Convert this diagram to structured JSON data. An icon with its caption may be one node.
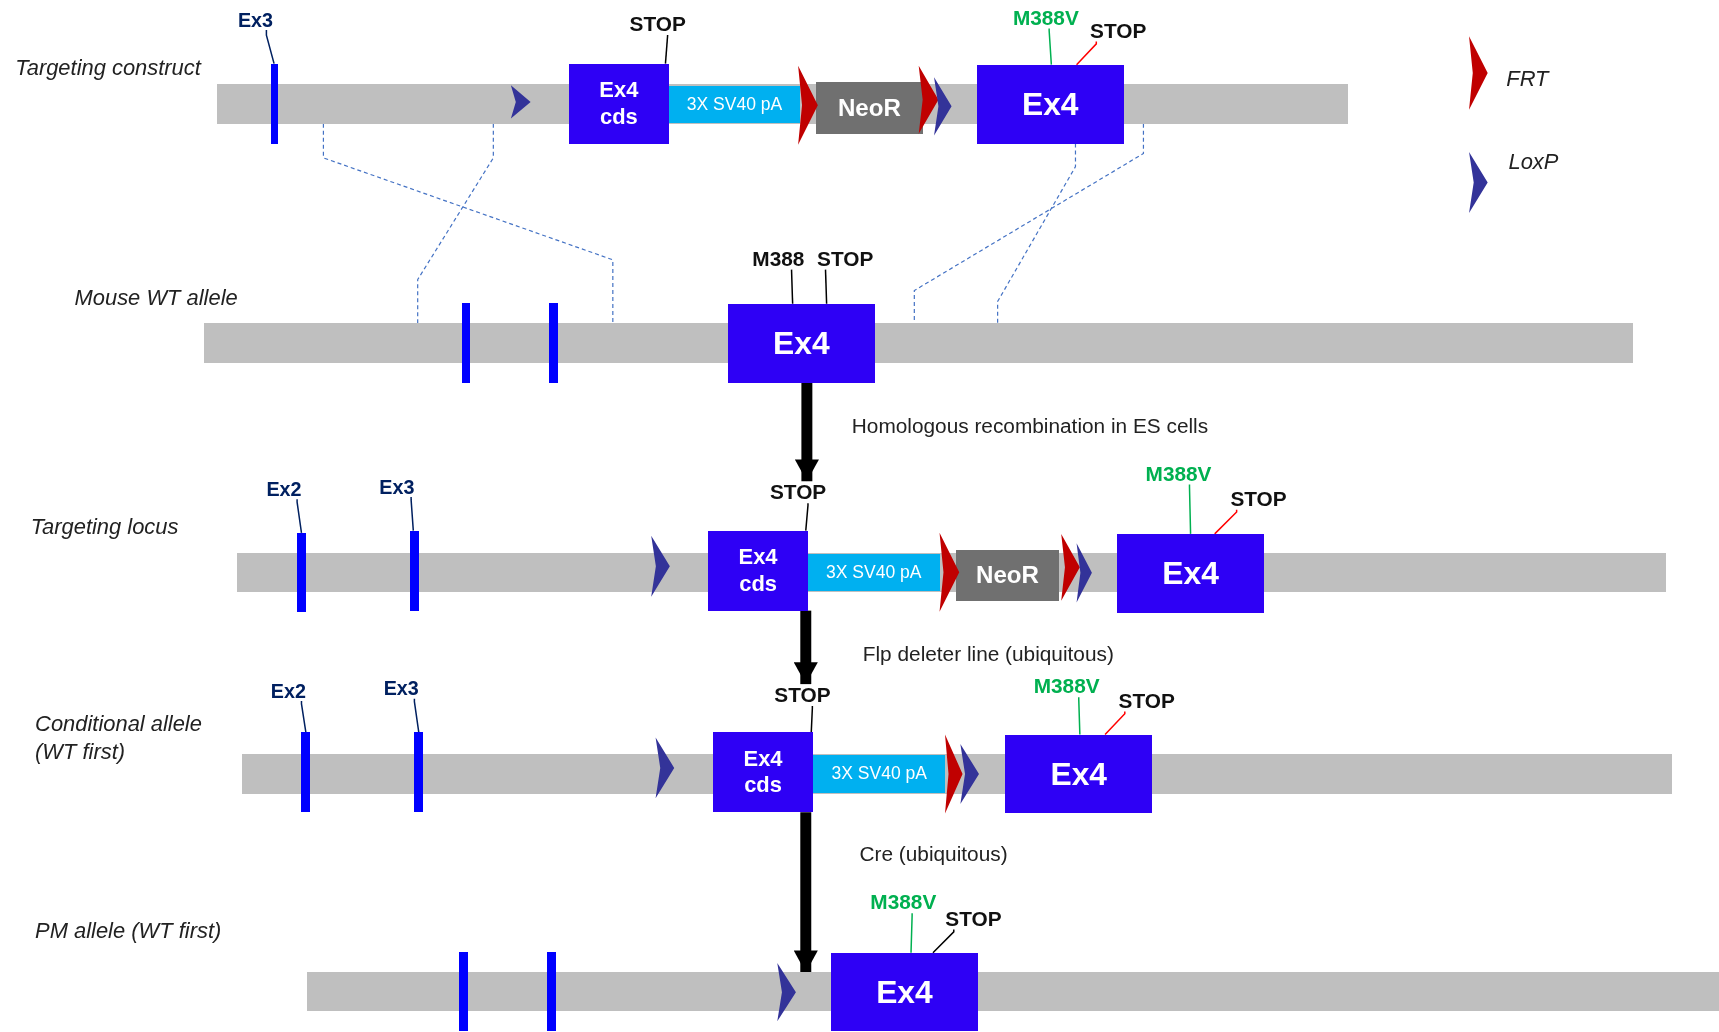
{
  "diagram": {
    "nodes": [
      {
        "text": [],
        "shape": "bar"
      },
      {
        "text": [
          "Ex3"
        ]
      },
      {
        "text": [],
        "shape": "bar"
      },
      {
        "text": [
          "STOP"
        ]
      },
      {
        "text": [
          "M388V"
        ]
      },
      {
        "text": [
          "STOP"
        ]
      },
      {
        "text": [
          "Ex4 cds"
        ]
      },
      {
        "text": [
          "3X SV40 pA"
        ],
        "in": 0
      },
      {
        "text": [
          "NeoR"
        ]
      },
      {
        "text": [
          "Ex4"
        ]
      },
      {
        "text": [],
        "shape": "bar"
      },
      {
        "text": [
          "M388"
        ]
      },
      {
        "text": [
          "STOP"
        ]
      },
      {
        "text": [],
        "shape": "bar"
      },
      {
        "text": [],
        "shape": "bar"
      },
      {
        "text": [
          "Ex4"
        ]
      },
      {
        "text": [],
        "shape": "bar"
      },
      {
        "text": [
          "Ex2"
        ]
      },
      {
        "text": [
          "Ex3"
        ]
      },
      {
        "text": [
          "STOP"
        ]
      },
      {
        "text": [
          "M388V"
        ]
      },
      {
        "text": [
          "STOP"
        ]
      },
      {
        "text": [],
        "shape": "bar"
      },
      {
        "text": [],
        "shape": "bar"
      },
      {
        "text": [
          "Ex4 cds"
        ]
      },
      {
        "text": [
          "3X SV40 pA"
        ],
        "in": 16
      },
      {
        "text": [
          "NeoR"
        ]
      },
      {
        "text": [
          "Ex4"
        ]
      },
      {
        "text": [],
        "shape": "bar"
      },
      {
        "text": [
          "Ex2"
        ]
      },
      {
        "text": [
          "Ex3"
        ]
      },
      {
        "text": [
          "STOP"
        ]
      },
      {
        "text": [
          "M388V"
        ]
      },
      {
        "text": [
          "STOP"
        ]
      },
      {
        "text": [],
        "shape": "bar"
      },
      {
        "text": [],
        "shape": "bar"
      },
      {
        "text": [
          "Ex4 cds"
        ]
      },
      {
        "text": [
          "3X SV40 pA"
        ],
        "in": 28
      },
      {
        "text": [
          "Ex4"
        ]
      },
      {
        "text": [],
        "shape": "bar"
      },
      {
        "text": [
          "M388V"
        ]
      },
      {
        "text": [
          "STOP"
        ]
      },
      {
        "text": [],
        "shape": "bar"
      },
      {
        "text": [],
        "shape": "bar"
      },
      {
        "text": [
          "Ex4"
        ]
      }
    ],
    "edges": [
      {
        "from": 1,
        "to": 2,
        "arrow": "none",
        "color": "#002060"
      },
      {
        "from": 3,
        "to": 6,
        "arrow": "none"
      },
      {
        "from": 4,
        "to": 9,
        "arrow": "none",
        "color": "#00b050"
      },
      {
        "from": 5,
        "to": 9,
        "arrow": "none",
        "color": "#ff0000"
      },
      {
        "from": 11,
        "to": 15,
        "arrow": "none"
      },
      {
        "from": 12,
        "to": 15,
        "arrow": "none"
      },
      {
        "from": 17,
        "to": 22,
        "arrow": "none",
        "color": "#002060"
      },
      {
        "from": 18,
        "to": 23,
        "arrow": "none",
        "color": "#002060"
      },
      {
        "from": 19,
        "to": 24,
        "arrow": "none"
      },
      {
        "from": 20,
        "to": 27,
        "arrow": "none",
        "color": "#00b050"
      },
      {
        "from": 21,
        "to": 27,
        "arrow": "none",
        "color": "#ff0000"
      },
      {
        "from": 29,
        "to": 34,
        "arrow": "none",
        "color": "#002060"
      },
      {
        "from": 30,
        "to": 35,
        "arrow": "none",
        "color": "#002060"
      },
      {
        "from": 31,
        "to": 36,
        "arrow": "none"
      },
      {
        "from": 32,
        "to": 38,
        "arrow": "none",
        "color": "#00b050"
      },
      {
        "from": 33,
        "to": 38,
        "arrow": "none",
        "color": "#ff0000"
      },
      {
        "from": 40,
        "to": 44,
        "arrow": "none",
        "color": "#00b050"
      },
      {
        "from": 41,
        "to": 44,
        "arrow": "none"
      },
      {
        "from": 0,
        "to": 10,
        "arrow": "none",
        "style": "dashed",
        "color": "#4472c4"
      },
      {
        "from": 0,
        "to": 10,
        "arrow": "none",
        "style": "dashed",
        "color": "#4472c4"
      },
      {
        "from": 9,
        "to": 10,
        "arrow": "none",
        "style": "dashed",
        "color": "#4472c4"
      },
      {
        "from": 0,
        "to": 10,
        "arrow": "none",
        "style": "dashed",
        "color": "#4472c4"
      },
      {
        "from": 15,
        "to": 19,
        "arrow": "to",
        "style": "thick",
        "label": "Homologous recombination in ES cells"
      },
      {
        "from": 24,
        "to": 31,
        "arrow": "to",
        "style": "thick",
        "label": "Flp deleter line (ubiquitous)"
      },
      {
        "from": 36,
        "to": 39,
        "arrow": "to",
        "style": "thick",
        "label": "Cre (ubiquitous)"
      }
    ],
    "labels": [
      "Targeting construct",
      "Mouse WT allele",
      "Targeting locus",
      "Conditional allele (WT first)",
      "PM allele (WT first)"
    ],
    "legend": [
      {
        "text": "FRT"
      },
      {
        "text": "LoxP"
      }
    ]
  }
}
